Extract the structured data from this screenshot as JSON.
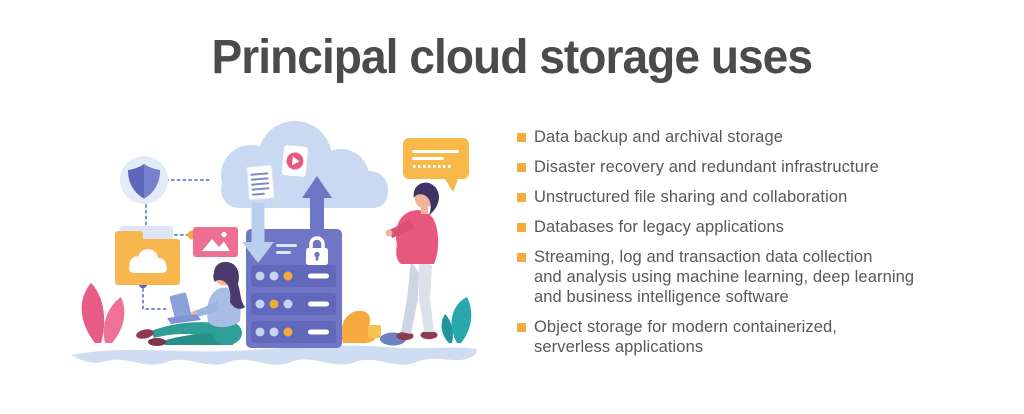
{
  "title": "Principal cloud storage uses",
  "list": {
    "items": [
      {
        "text": "Data backup and archival storage"
      },
      {
        "text": "Disaster recovery and redundant infrastructure"
      },
      {
        "text": "Unstructured file sharing and collaboration"
      },
      {
        "text": "Databases for legacy applications"
      },
      {
        "text": "Streaming, log and transaction data collection\nand analysis using machine learning, deep learning\nand business intelligence software"
      },
      {
        "text": "Object storage for modern containerized,\nserverless applications"
      }
    ]
  },
  "colors": {
    "bullet_accent_orange": "#F5A93E",
    "title_gray": "#4B4B4D",
    "body_text_gray": "#58595B",
    "server_purple": "#6E76C5",
    "cloud_light_blue": "#C9D9F2",
    "illustration_pink": "#E8577E",
    "illustration_teal": "#2AA7AC",
    "ground_wave_blue": "#CFDDF2"
  },
  "illustration": {
    "alt": "Flat illustration of cloud storage: files syncing between a cloud and a locked server rack, a woman working on a laptop, a man standing with a speech bubble, folder, image and shield icons",
    "icons": [
      "shield-icon",
      "folder-cloud-icon",
      "image-icon",
      "document-icon",
      "video-file-icon",
      "upload-arrow-icon",
      "download-arrow-icon",
      "server-rack",
      "lock-icon",
      "speech-bubble-icon",
      "laptop-icon"
    ]
  }
}
